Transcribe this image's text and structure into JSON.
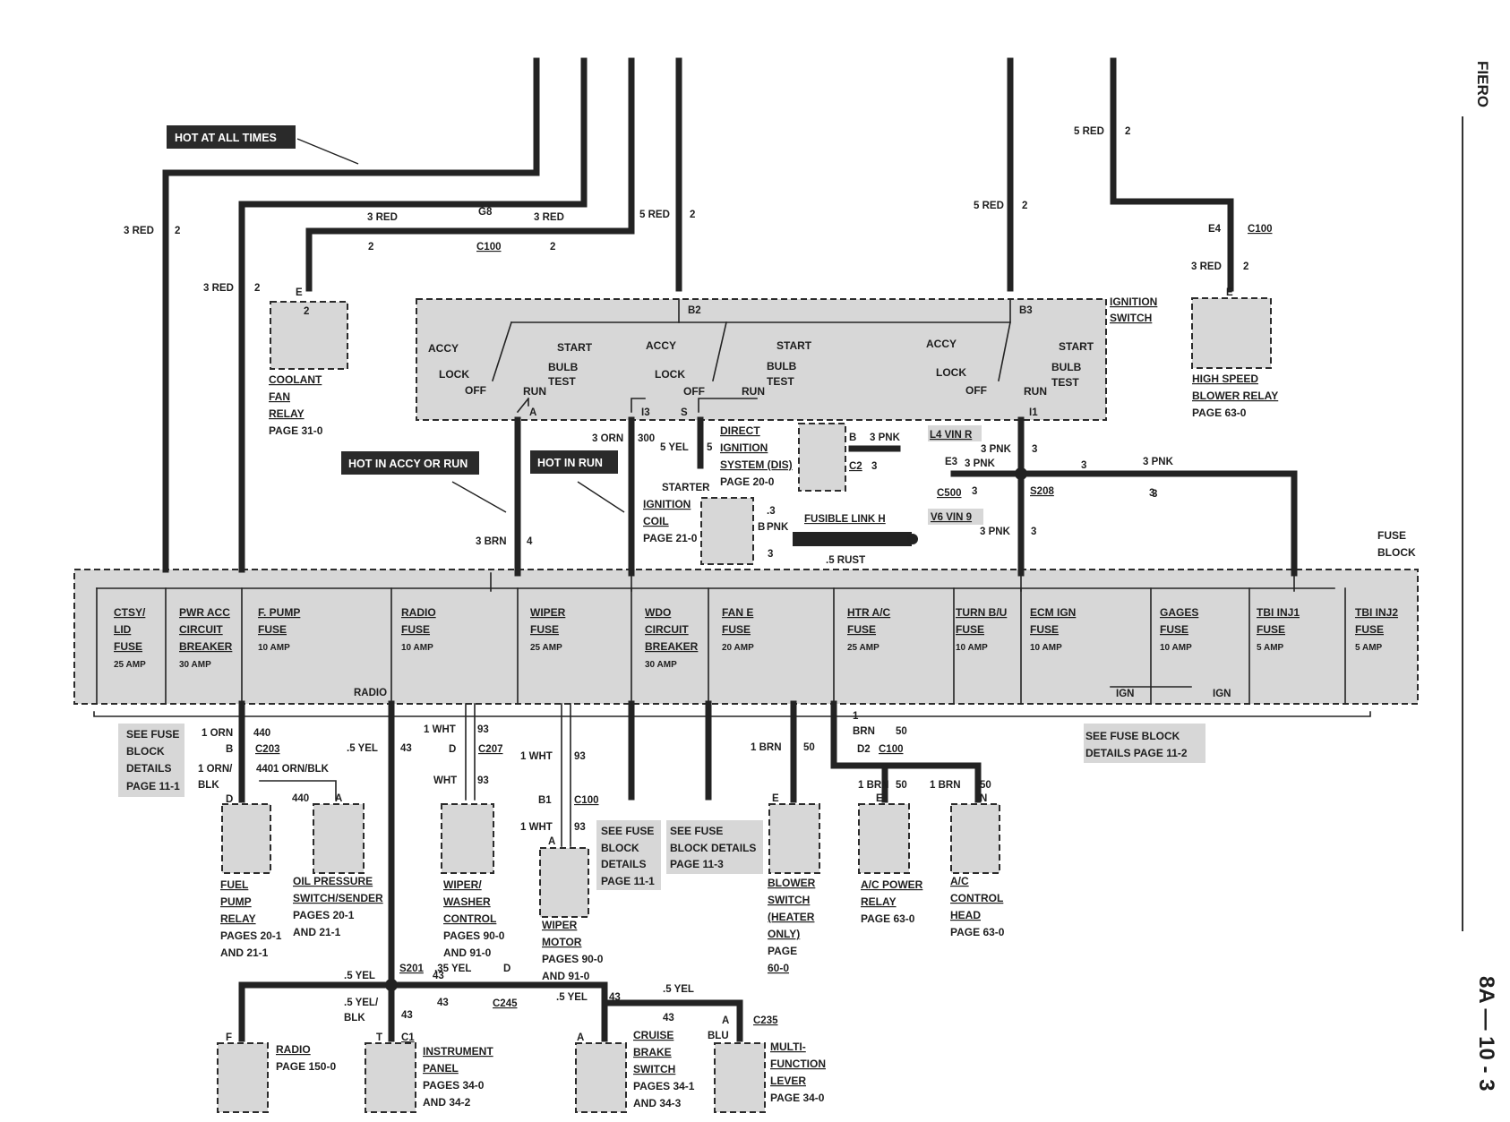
{
  "side": {
    "model": "FIERO",
    "page_number": "8A — 10 - 3"
  },
  "tags": {
    "hot_at_all_times": "HOT AT ALL TIMES",
    "hot_accy_run": "HOT IN ACCY OR RUN",
    "hot_in_run": "HOT IN RUN"
  },
  "wire_labels": [
    "3 RED",
    "2",
    "3 RED",
    "2",
    "3 RED",
    "G8",
    "C100",
    "3 RED",
    "2",
    "2",
    "5 RED",
    "2",
    "5 RED",
    "2",
    "5 RED",
    "2",
    "E4",
    "C100",
    "3 RED",
    "2",
    "E",
    "E",
    "2",
    "B2",
    "B3",
    "A",
    "I3",
    "S",
    "I1",
    "3 ORN",
    "300",
    "5 YEL",
    "5",
    "3 BRN",
    "4",
    "B",
    "3 PNK",
    "C2",
    "3",
    "L4 VIN R",
    "E3",
    "3 PNK",
    "3 PNK",
    "3",
    "3",
    "C500",
    "3",
    "S208",
    "3 PNK",
    "3",
    "3",
    "V6 VIN 9",
    "3 PNK",
    "3",
    "STARTER",
    ".3",
    "B",
    "PNK",
    "3",
    "FUSIBLE LINK H",
    ".5 RUST",
    "1 ORN",
    "440",
    "B",
    "C203",
    "1 ORN/",
    "BLK",
    "440",
    "1 ORN/BLK",
    "440",
    "A",
    "D",
    ".5 YEL",
    "43",
    "1 WHT",
    "93",
    "D",
    "C207",
    "WHT",
    "93",
    "1 WHT",
    "93",
    "B1",
    "C100",
    "1 WHT",
    "93",
    "A",
    "1 BRN",
    "50",
    "E",
    "1",
    "BRN",
    "50",
    "D2",
    "C100",
    "1 BRN",
    "50",
    "E",
    "1 BRN",
    "50",
    "N",
    "S201",
    ".5 YEL",
    "43",
    ".5 YEL/",
    "BLK",
    "43",
    ".35 YEL",
    "D",
    "C245",
    "43",
    ".5 YEL",
    "43",
    ".5 YEL",
    "43",
    "A",
    "C235",
    "BLU",
    "F",
    "T",
    "C1",
    "A",
    "IGN",
    "IGN",
    "RADIO"
  ],
  "switch": {
    "title": [
      "IGNITION",
      "SWITCH"
    ],
    "positions": [
      "ACCY",
      "LOCK",
      "OFF",
      "START",
      "BULB",
      "TEST",
      "RUN"
    ]
  },
  "fuse_block": {
    "title": [
      "FUSE",
      "BLOCK"
    ],
    "fuses": [
      [
        "CTSY/",
        "LID",
        "FUSE",
        "25 AMP"
      ],
      [
        "PWR ACC",
        "CIRCUIT",
        "BREAKER",
        "30 AMP"
      ],
      [
        "F. PUMP",
        "FUSE",
        "10 AMP"
      ],
      [
        "RADIO",
        "FUSE",
        "10 AMP"
      ],
      [
        "WIPER",
        "FUSE",
        "25 AMP"
      ],
      [
        "WDO",
        "CIRCUIT",
        "BREAKER",
        "30 AMP"
      ],
      [
        "FAN  E",
        "FUSE",
        "20 AMP"
      ],
      [
        "HTR A/C",
        "FUSE",
        "25 AMP"
      ],
      [
        "TURN B/U",
        "FUSE",
        "10 AMP"
      ],
      [
        "ECM IGN",
        "FUSE",
        "10 AMP"
      ],
      [
        "GAGES",
        "FUSE",
        "10 AMP"
      ],
      [
        "TBI INJ1",
        "FUSE",
        "5 AMP"
      ],
      [
        "TBI INJ2",
        "FUSE",
        "5 AMP"
      ]
    ],
    "details_left": [
      "SEE FUSE",
      "BLOCK",
      "DETAILS",
      "PAGE 11-1"
    ],
    "details_right": [
      "SEE FUSE BLOCK",
      "DETAILS PAGE 11-2"
    ],
    "details_mid1": [
      "SEE FUSE",
      "BLOCK",
      "DETAILS",
      "PAGE 11-1"
    ],
    "details_mid2": [
      "SEE FUSE",
      "BLOCK DETAILS",
      "PAGE 11-3"
    ]
  },
  "components": {
    "coolant_fan_relay": [
      "COOLANT",
      "FAN",
      "RELAY",
      "PAGE 31-0"
    ],
    "high_speed_blower_relay": [
      "HIGH SPEED",
      "BLOWER RELAY",
      "PAGE 63-0"
    ],
    "dis": [
      "DIRECT",
      "IGNITION",
      "SYSTEM (DIS)",
      "PAGE 20-0"
    ],
    "ignition_coil": [
      "IGNITION",
      "COIL",
      "PAGE 21-0"
    ],
    "fuel_pump_relay": [
      "FUEL",
      "PUMP",
      "RELAY",
      "PAGES 20-1",
      "AND 21-1"
    ],
    "oil_pressure": [
      "OIL PRESSURE",
      "SWITCH/SENDER",
      "PAGES 20-1",
      "AND 21-1"
    ],
    "wiper_washer": [
      "WIPER/",
      "WASHER",
      "CONTROL",
      "PAGES 90-0",
      "AND 91-0"
    ],
    "wiper_motor": [
      "WIPER",
      "MOTOR",
      "PAGES 90-0",
      "AND 91-0"
    ],
    "blower_switch": [
      "BLOWER",
      "SWITCH",
      "(HEATER",
      "ONLY)",
      "PAGE",
      "60-0"
    ],
    "ac_power_relay": [
      "A/C POWER",
      "RELAY",
      "PAGE 63-0"
    ],
    "ac_control_head": [
      "A/C",
      "CONTROL",
      "HEAD",
      "PAGE 63-0"
    ],
    "radio": [
      "RADIO",
      "PAGE 150-0"
    ],
    "instrument_panel": [
      "INSTRUMENT",
      "PANEL",
      "PAGES 34-0",
      "AND 34-2"
    ],
    "cruise_brake": [
      "CRUISE",
      "BRAKE",
      "SWITCH",
      "PAGES 34-1",
      "AND 34-3"
    ],
    "multi_function": [
      "MULTI-",
      "FUNCTION",
      "LEVER",
      "PAGE 34-0"
    ]
  }
}
